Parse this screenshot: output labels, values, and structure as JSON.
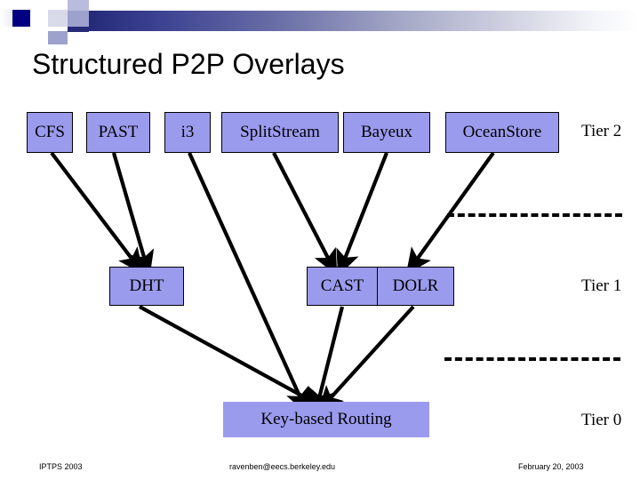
{
  "slide": {
    "title": "Structured P2P Overlays",
    "decor": {
      "band_color_dark": "#252a78",
      "band_color_light": "#ffffff"
    },
    "box_fill": "#9b9bee",
    "box_border": "#000000"
  },
  "tier2": {
    "label": "Tier 2",
    "boxes": [
      {
        "name": "cfs",
        "label": "CFS"
      },
      {
        "name": "past",
        "label": "PAST"
      },
      {
        "name": "i3",
        "label": "i3"
      },
      {
        "name": "splitstream",
        "label": "SplitStream"
      },
      {
        "name": "bayeux",
        "label": "Bayeux"
      },
      {
        "name": "oceanstore",
        "label": "OceanStore"
      }
    ]
  },
  "tier1": {
    "label": "Tier 1",
    "boxes": [
      {
        "name": "dht",
        "label": "DHT"
      },
      {
        "name": "cast",
        "label": "CAST"
      },
      {
        "name": "dolr",
        "label": "DOLR"
      }
    ]
  },
  "tier0": {
    "label": "Tier 0",
    "boxes": [
      {
        "name": "kbr",
        "label": "Key-based Routing"
      }
    ]
  },
  "footer": {
    "left": "IPTPS 2003",
    "center": "ravenben@eecs.berkeley.edu",
    "right": "February 20, 2003"
  }
}
